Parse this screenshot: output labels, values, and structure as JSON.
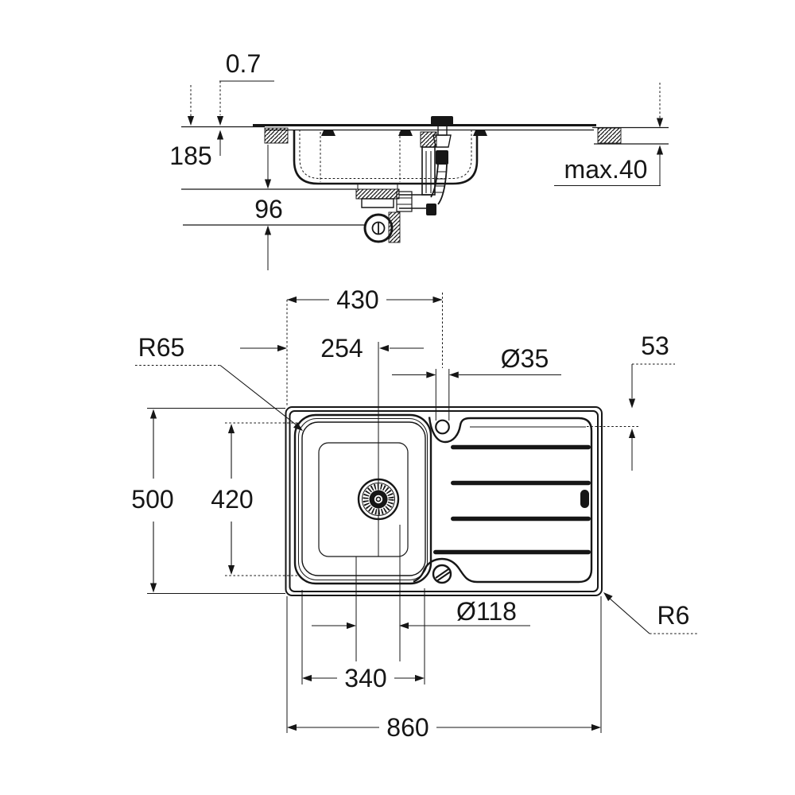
{
  "colors": {
    "line": "#161616",
    "background": "#ffffff"
  },
  "side": {
    "rim_thickness": "0.7",
    "bowl_depth": "185",
    "trap_clearance": "96",
    "countertop_thickness": "max.40"
  },
  "plan": {
    "faucet_offset": "430",
    "drain_offset": "254",
    "faucet_hole": "Ø35",
    "drainer_inset": "53",
    "bowl_radius": "R65",
    "depth": "500",
    "bowl_depth": "420",
    "drain_hole": "Ø118",
    "bowl_width": "340",
    "width": "860",
    "corner_radius": "R6"
  }
}
